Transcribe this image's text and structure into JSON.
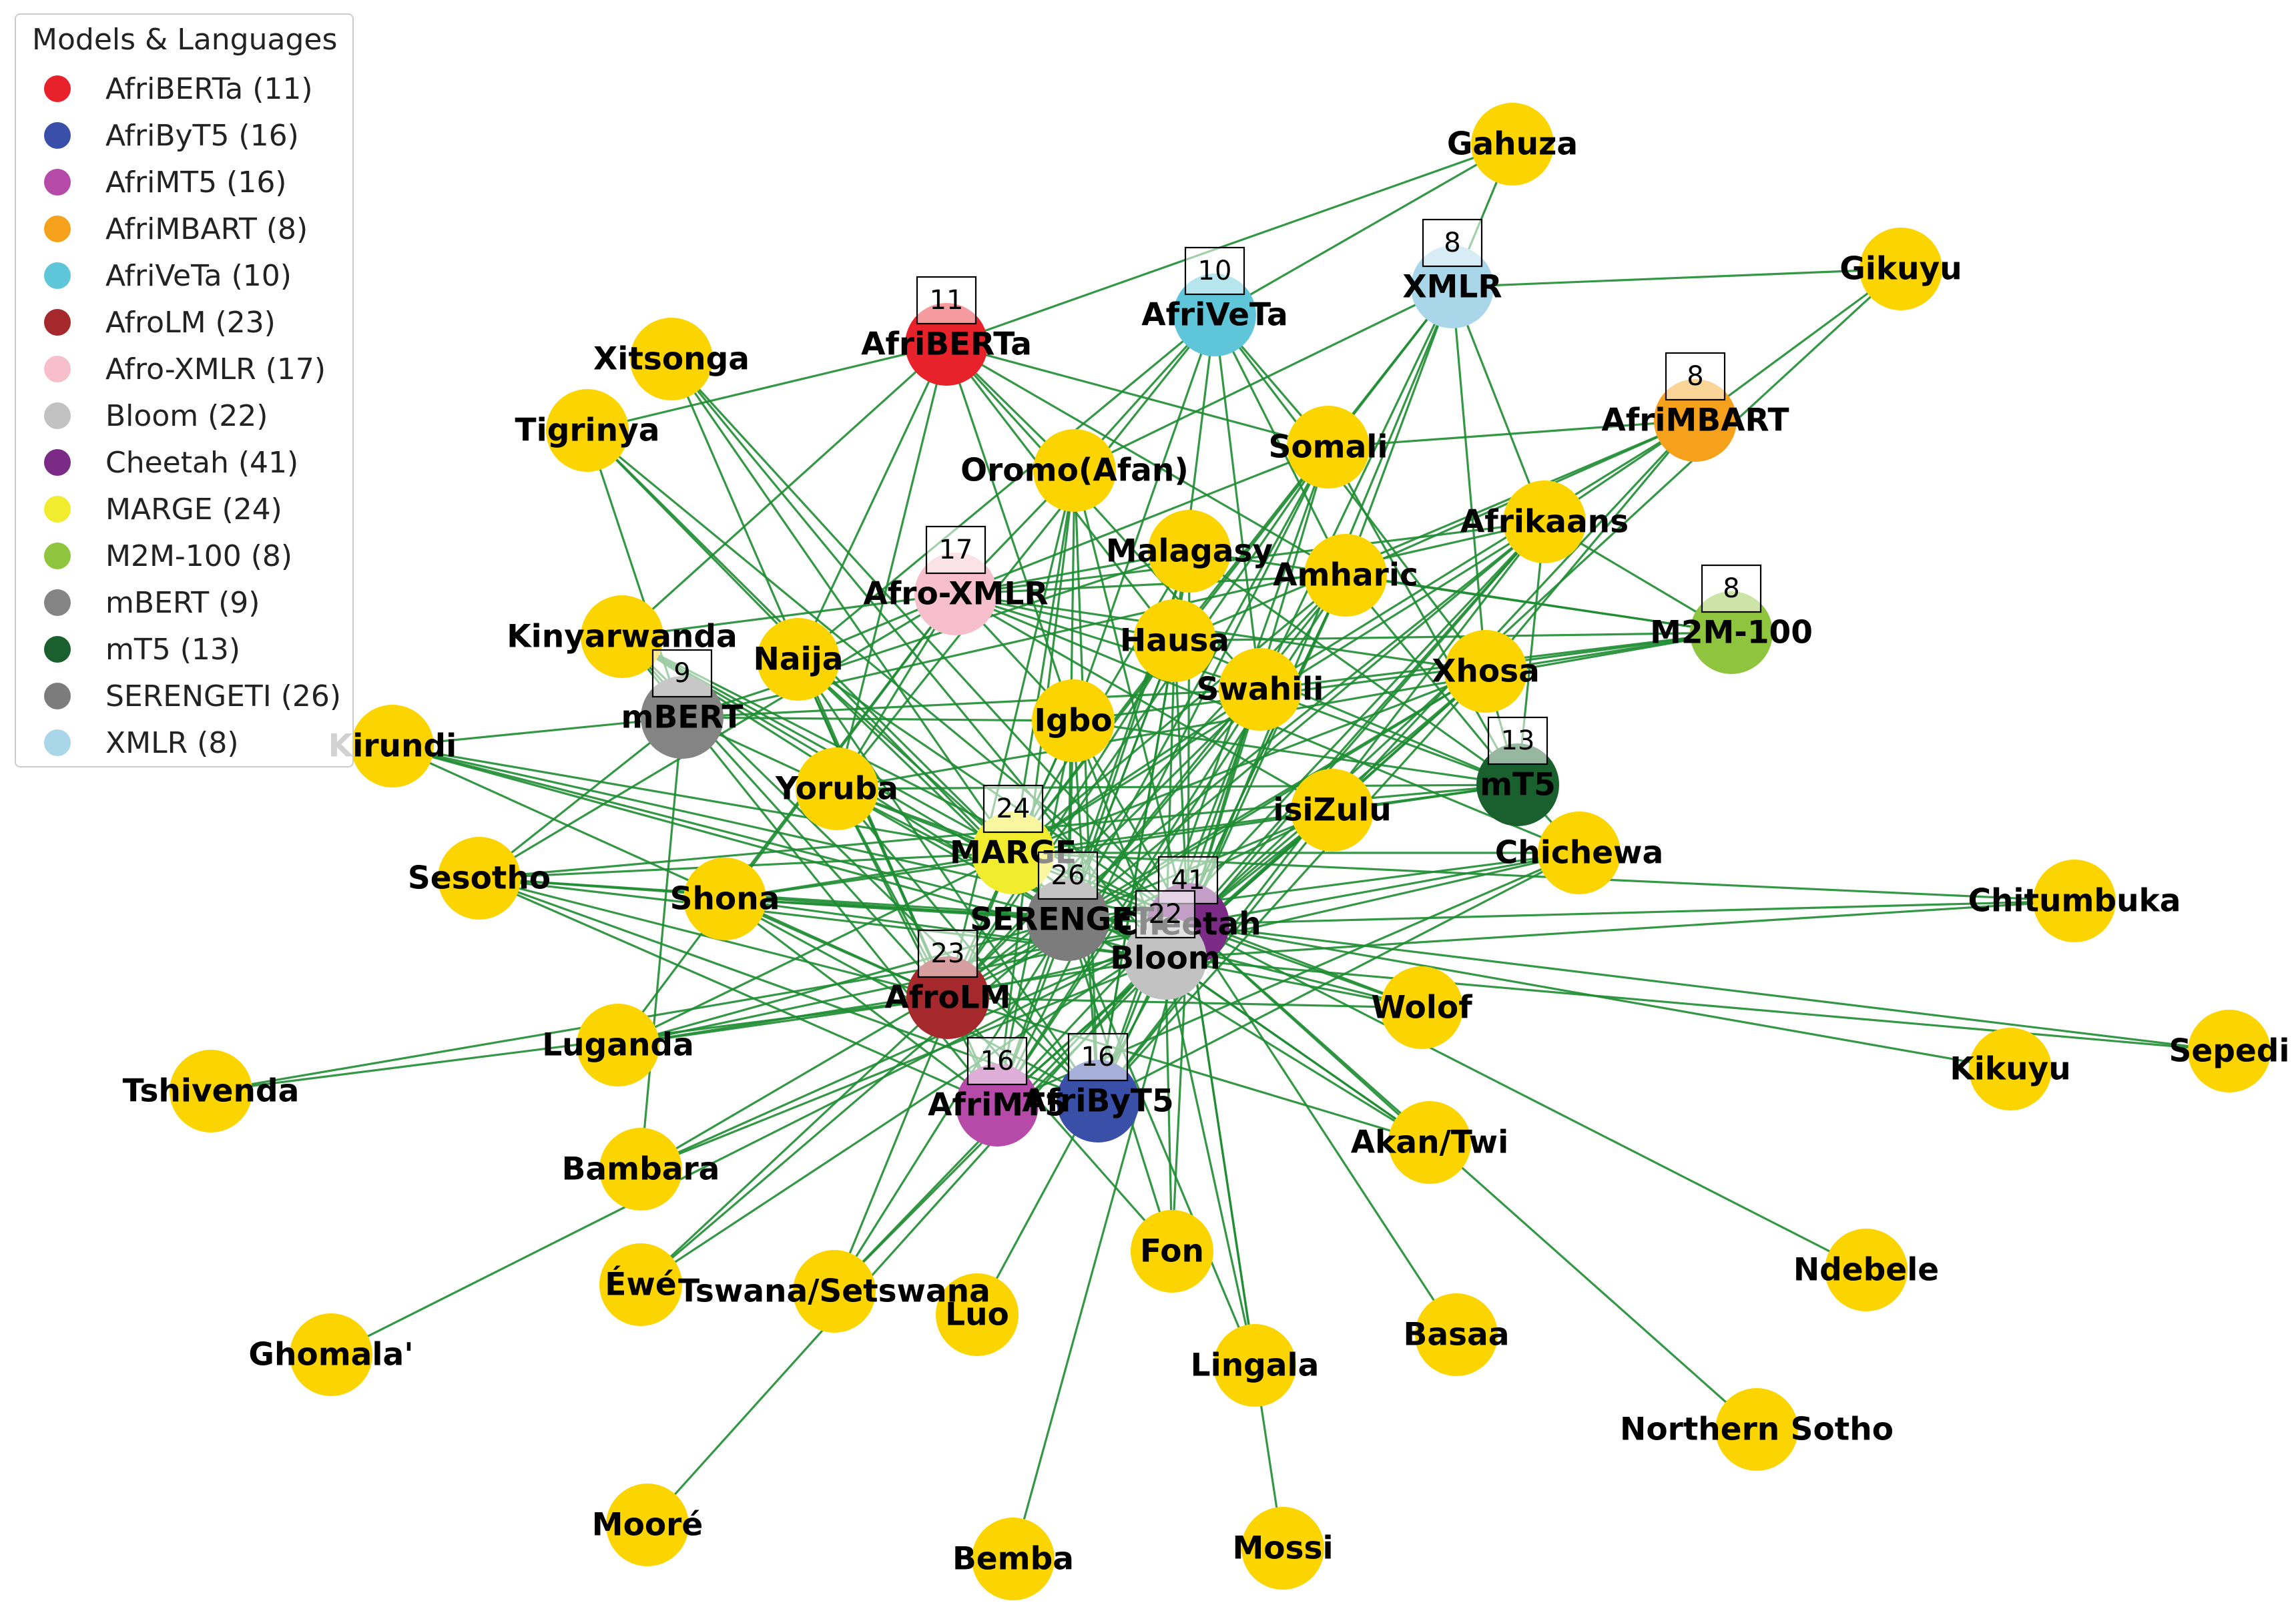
{
  "legend": {
    "title": "Models & Languages",
    "items": [
      {
        "label": "AfriBERTa (11)",
        "color": "#e8222a"
      },
      {
        "label": "AfriByT5 (16)",
        "color": "#3a4fa8"
      },
      {
        "label": "AfriMT5 (16)",
        "color": "#b54aa8"
      },
      {
        "label": "AfriMBART (8)",
        "color": "#f5a11c"
      },
      {
        "label": "AfriVeTa (10)",
        "color": "#5ec6d8"
      },
      {
        "label": "AfroLM (23)",
        "color": "#a5282c"
      },
      {
        "label": "Afro-XMLR (17)",
        "color": "#f6bfcb"
      },
      {
        "label": "Bloom (22)",
        "color": "#c2c2c2"
      },
      {
        "label": "Cheetah (41)",
        "color": "#7b2a86"
      },
      {
        "label": "MARGE (24)",
        "color": "#f1ec2e"
      },
      {
        "label": "M2M-100 (8)",
        "color": "#8fc43f"
      },
      {
        "label": "mBERT (9)",
        "color": "#848484"
      },
      {
        "label": "mT5 (13)",
        "color": "#19602e"
      },
      {
        "label": "SERENGETI (26)",
        "color": "#7c7c7c"
      },
      {
        "label": "XMLR (8)",
        "color": "#a9d6e8"
      }
    ]
  },
  "language_color": "#fcd500",
  "edge_color": "#1e8c32",
  "models": [
    {
      "id": "AfriBERTa",
      "label": "AfriBERTa",
      "count": "11",
      "color": "#e8222a"
    },
    {
      "id": "AfriVeTa",
      "label": "AfriVeTa",
      "count": "10",
      "color": "#5ec6d8"
    },
    {
      "id": "XMLR",
      "label": "XMLR",
      "count": "8",
      "color": "#a9d6e8"
    },
    {
      "id": "AfriMBART",
      "label": "AfriMBART",
      "count": "8",
      "color": "#f5a11c"
    },
    {
      "id": "Afro-XMLR",
      "label": "Afro-XMLR",
      "count": "17",
      "color": "#f6bfcb"
    },
    {
      "id": "M2M-100",
      "label": "M2M-100",
      "count": "8",
      "color": "#8fc43f"
    },
    {
      "id": "mBERT",
      "label": "mBERT",
      "count": "9",
      "color": "#848484"
    },
    {
      "id": "mT5",
      "label": "mT5",
      "count": "13",
      "color": "#19602e"
    },
    {
      "id": "MARGE",
      "label": "MARGE",
      "count": "24",
      "color": "#f1ec2e"
    },
    {
      "id": "SERENGETI",
      "label": "SERENGETI",
      "count": "26",
      "color": "#7c7c7c"
    },
    {
      "id": "Cheetah",
      "label": "Cheetah",
      "count": "41",
      "color": "#7b2a86"
    },
    {
      "id": "Bloom",
      "label": "Bloom",
      "count": "22",
      "color": "#c2c2c2"
    },
    {
      "id": "AfroLM",
      "label": "AfroLM",
      "count": "23",
      "color": "#a5282c"
    },
    {
      "id": "AfriMT5",
      "label": "AfriMT5",
      "count": "16",
      "color": "#b54aa8"
    },
    {
      "id": "AfriByT5",
      "label": "AfriByT5",
      "count": "16",
      "color": "#3a4fa8"
    }
  ],
  "languages": [
    {
      "id": "Gahuza",
      "label": "Gahuza"
    },
    {
      "id": "Gikuyu",
      "label": "Gikuyu"
    },
    {
      "id": "Xitsonga",
      "label": "Xitsonga"
    },
    {
      "id": "Tigrinya",
      "label": "Tigrinya"
    },
    {
      "id": "Oromo",
      "label": "Oromo(Afan)"
    },
    {
      "id": "Somali",
      "label": "Somali"
    },
    {
      "id": "Afrikaans",
      "label": "Afrikaans"
    },
    {
      "id": "Malagasy",
      "label": "Malagasy"
    },
    {
      "id": "Amharic",
      "label": "Amharic"
    },
    {
      "id": "Kinyarwanda",
      "label": "Kinyarwanda"
    },
    {
      "id": "Naija",
      "label": "Naija"
    },
    {
      "id": "Hausa",
      "label": "Hausa"
    },
    {
      "id": "Xhosa",
      "label": "Xhosa"
    },
    {
      "id": "Swahili",
      "label": "Swahili"
    },
    {
      "id": "Igbo",
      "label": "Igbo"
    },
    {
      "id": "Kirundi",
      "label": "Kirundi"
    },
    {
      "id": "Yoruba",
      "label": "Yoruba"
    },
    {
      "id": "isiZulu",
      "label": "isiZulu"
    },
    {
      "id": "Chichewa",
      "label": "Chichewa"
    },
    {
      "id": "Sesotho",
      "label": "Sesotho"
    },
    {
      "id": "Shona",
      "label": "Shona"
    },
    {
      "id": "Chitumbuka",
      "label": "Chitumbuka"
    },
    {
      "id": "Wolof",
      "label": "Wolof"
    },
    {
      "id": "Luganda",
      "label": "Luganda"
    },
    {
      "id": "Sepedi",
      "label": "Sepedi"
    },
    {
      "id": "Kikuyu",
      "label": "Kikuyu"
    },
    {
      "id": "Tshivenda",
      "label": "Tshivenda"
    },
    {
      "id": "Akan",
      "label": "Akan/Twi"
    },
    {
      "id": "Bambara",
      "label": "Bambara"
    },
    {
      "id": "Fon",
      "label": "Fon"
    },
    {
      "id": "Ndebele",
      "label": "Ndebele"
    },
    {
      "id": "Ewe",
      "label": "Éwé"
    },
    {
      "id": "Tswana",
      "label": "Tswana/Setswana"
    },
    {
      "id": "Luo",
      "label": "Luo"
    },
    {
      "id": "Basaa",
      "label": "Basaa"
    },
    {
      "id": "Lingala",
      "label": "Lingala"
    },
    {
      "id": "Ghomala",
      "label": "Ghomala'"
    },
    {
      "id": "NorthernSotho",
      "label": "Northern Sotho"
    },
    {
      "id": "Moore",
      "label": "Mooré"
    },
    {
      "id": "Bemba",
      "label": "Bemba"
    },
    {
      "id": "Mossi",
      "label": "Mossi"
    }
  ],
  "edges": [
    [
      "AfriBERTa",
      "Gahuza"
    ],
    [
      "AfriBERTa",
      "Oromo"
    ],
    [
      "AfriBERTa",
      "Amharic"
    ],
    [
      "AfriBERTa",
      "Hausa"
    ],
    [
      "AfriBERTa",
      "Igbo"
    ],
    [
      "AfriBERTa",
      "Kinyarwanda"
    ],
    [
      "AfriBERTa",
      "Naija"
    ],
    [
      "AfriBERTa",
      "Somali"
    ],
    [
      "AfriBERTa",
      "Swahili"
    ],
    [
      "AfriBERTa",
      "Tigrinya"
    ],
    [
      "AfriBERTa",
      "Yoruba"
    ],
    [
      "AfriVeTa",
      "Gahuza"
    ],
    [
      "AfriVeTa",
      "Oromo"
    ],
    [
      "AfriVeTa",
      "Somali"
    ],
    [
      "AfriVeTa",
      "Amharic"
    ],
    [
      "AfriVeTa",
      "Hausa"
    ],
    [
      "AfriVeTa",
      "Igbo"
    ],
    [
      "AfriVeTa",
      "Swahili"
    ],
    [
      "AfriVeTa",
      "Naija"
    ],
    [
      "AfriVeTa",
      "Yoruba"
    ],
    [
      "AfriVeTa",
      "Xhosa"
    ],
    [
      "XMLR",
      "Afrikaans"
    ],
    [
      "XMLR",
      "Amharic"
    ],
    [
      "XMLR",
      "Hausa"
    ],
    [
      "XMLR",
      "Oromo"
    ],
    [
      "XMLR",
      "Somali"
    ],
    [
      "XMLR",
      "Swahili"
    ],
    [
      "XMLR",
      "Xhosa"
    ],
    [
      "XMLR",
      "Gikuyu"
    ],
    [
      "AfriMBART",
      "Afrikaans"
    ],
    [
      "AfriMBART",
      "Amharic"
    ],
    [
      "AfriMBART",
      "Hausa"
    ],
    [
      "AfriMBART",
      "Somali"
    ],
    [
      "AfriMBART",
      "Swahili"
    ],
    [
      "AfriMBART",
      "Xhosa"
    ],
    [
      "AfriMBART",
      "Gikuyu"
    ],
    [
      "AfriMBART",
      "isiZulu"
    ],
    [
      "Afro-XMLR",
      "Afrikaans"
    ],
    [
      "Afro-XMLR",
      "Amharic"
    ],
    [
      "Afro-XMLR",
      "Hausa"
    ],
    [
      "Afro-XMLR",
      "Igbo"
    ],
    [
      "Afro-XMLR",
      "Malagasy"
    ],
    [
      "Afro-XMLR",
      "Oromo"
    ],
    [
      "Afro-XMLR",
      "Naija"
    ],
    [
      "Afro-XMLR",
      "Kinyarwanda"
    ],
    [
      "Afro-XMLR",
      "Somali"
    ],
    [
      "Afro-XMLR",
      "Sesotho"
    ],
    [
      "Afro-XMLR",
      "Swahili"
    ],
    [
      "Afro-XMLR",
      "Xhosa"
    ],
    [
      "Afro-XMLR",
      "Yoruba"
    ],
    [
      "Afro-XMLR",
      "isiZulu"
    ],
    [
      "Afro-XMLR",
      "Chichewa"
    ],
    [
      "Afro-XMLR",
      "Shona"
    ],
    [
      "Afro-XMLR",
      "Luganda"
    ],
    [
      "M2M-100",
      "Afrikaans"
    ],
    [
      "M2M-100",
      "Amharic"
    ],
    [
      "M2M-100",
      "Hausa"
    ],
    [
      "M2M-100",
      "Igbo"
    ],
    [
      "M2M-100",
      "Swahili"
    ],
    [
      "M2M-100",
      "Xhosa"
    ],
    [
      "M2M-100",
      "Yoruba"
    ],
    [
      "M2M-100",
      "Malagasy"
    ],
    [
      "mBERT",
      "Afrikaans"
    ],
    [
      "mBERT",
      "Swahili"
    ],
    [
      "mBERT",
      "Yoruba"
    ],
    [
      "mBERT",
      "Malagasy"
    ],
    [
      "mBERT",
      "Kirundi"
    ],
    [
      "mBERT",
      "Igbo"
    ],
    [
      "mBERT",
      "Sesotho"
    ],
    [
      "mBERT",
      "Tigrinya"
    ],
    [
      "mBERT",
      "Bambara"
    ],
    [
      "mT5",
      "Afrikaans"
    ],
    [
      "mT5",
      "Amharic"
    ],
    [
      "mT5",
      "Hausa"
    ],
    [
      "mT5",
      "Igbo"
    ],
    [
      "mT5",
      "Malagasy"
    ],
    [
      "mT5",
      "Chichewa"
    ],
    [
      "mT5",
      "Shona"
    ],
    [
      "mT5",
      "Somali"
    ],
    [
      "mT5",
      "Sesotho"
    ],
    [
      "mT5",
      "Swahili"
    ],
    [
      "mT5",
      "Xhosa"
    ],
    [
      "mT5",
      "Yoruba"
    ],
    [
      "mT5",
      "isiZulu"
    ],
    [
      "MARGE",
      "Afrikaans"
    ],
    [
      "MARGE",
      "Amharic"
    ],
    [
      "MARGE",
      "Hausa"
    ],
    [
      "MARGE",
      "Igbo"
    ],
    [
      "MARGE",
      "Kinyarwanda"
    ],
    [
      "MARGE",
      "Naija"
    ],
    [
      "MARGE",
      "Somali"
    ],
    [
      "MARGE",
      "Swahili"
    ],
    [
      "MARGE",
      "Yoruba"
    ],
    [
      "MARGE",
      "Xitsonga"
    ],
    [
      "MARGE",
      "Tigrinya"
    ],
    [
      "MARGE",
      "Kirundi"
    ],
    [
      "MARGE",
      "Sesotho"
    ],
    [
      "MARGE",
      "Shona"
    ],
    [
      "MARGE",
      "Luganda"
    ],
    [
      "MARGE",
      "Wolof"
    ],
    [
      "MARGE",
      "Chitumbuka"
    ],
    [
      "MARGE",
      "Akan"
    ],
    [
      "MARGE",
      "Xhosa"
    ],
    [
      "MARGE",
      "isiZulu"
    ],
    [
      "MARGE",
      "Chichewa"
    ],
    [
      "MARGE",
      "Oromo"
    ],
    [
      "MARGE",
      "Malagasy"
    ],
    [
      "MARGE",
      "Tswana"
    ],
    [
      "SERENGETI",
      "Afrikaans"
    ],
    [
      "SERENGETI",
      "Amharic"
    ],
    [
      "SERENGETI",
      "Hausa"
    ],
    [
      "SERENGETI",
      "Igbo"
    ],
    [
      "SERENGETI",
      "Kinyarwanda"
    ],
    [
      "SERENGETI",
      "Naija"
    ],
    [
      "SERENGETI",
      "Somali"
    ],
    [
      "SERENGETI",
      "Swahili"
    ],
    [
      "SERENGETI",
      "Yoruba"
    ],
    [
      "SERENGETI",
      "Tigrinya"
    ],
    [
      "SERENGETI",
      "Kirundi"
    ],
    [
      "SERENGETI",
      "Sesotho"
    ],
    [
      "SERENGETI",
      "Shona"
    ],
    [
      "SERENGETI",
      "Luganda"
    ],
    [
      "SERENGETI",
      "Wolof"
    ],
    [
      "SERENGETI",
      "Akan"
    ],
    [
      "SERENGETI",
      "Xhosa"
    ],
    [
      "SERENGETI",
      "isiZulu"
    ],
    [
      "SERENGETI",
      "Chichewa"
    ],
    [
      "SERENGETI",
      "Oromo"
    ],
    [
      "SERENGETI",
      "Malagasy"
    ],
    [
      "SERENGETI",
      "Bambara"
    ],
    [
      "SERENGETI",
      "Ewe"
    ],
    [
      "SERENGETI",
      "Fon"
    ],
    [
      "SERENGETI",
      "Lingala"
    ],
    [
      "SERENGETI",
      "Tswana"
    ],
    [
      "Cheetah",
      "Afrikaans"
    ],
    [
      "Cheetah",
      "Amharic"
    ],
    [
      "Cheetah",
      "Hausa"
    ],
    [
      "Cheetah",
      "Igbo"
    ],
    [
      "Cheetah",
      "Kinyarwanda"
    ],
    [
      "Cheetah",
      "Naija"
    ],
    [
      "Cheetah",
      "Somali"
    ],
    [
      "Cheetah",
      "Swahili"
    ],
    [
      "Cheetah",
      "Yoruba"
    ],
    [
      "Cheetah",
      "Xitsonga"
    ],
    [
      "Cheetah",
      "Tigrinya"
    ],
    [
      "Cheetah",
      "Kirundi"
    ],
    [
      "Cheetah",
      "Sesotho"
    ],
    [
      "Cheetah",
      "Shona"
    ],
    [
      "Cheetah",
      "Luganda"
    ],
    [
      "Cheetah",
      "Wolof"
    ],
    [
      "Cheetah",
      "Chitumbuka"
    ],
    [
      "Cheetah",
      "Akan"
    ],
    [
      "Cheetah",
      "Xhosa"
    ],
    [
      "Cheetah",
      "isiZulu"
    ],
    [
      "Cheetah",
      "Chichewa"
    ],
    [
      "Cheetah",
      "Oromo"
    ],
    [
      "Cheetah",
      "Malagasy"
    ],
    [
      "Cheetah",
      "Bambara"
    ],
    [
      "Cheetah",
      "Ewe"
    ],
    [
      "Cheetah",
      "Fon"
    ],
    [
      "Cheetah",
      "Lingala"
    ],
    [
      "Cheetah",
      "Tswana"
    ],
    [
      "Cheetah",
      "Luo"
    ],
    [
      "Cheetah",
      "Basaa"
    ],
    [
      "Cheetah",
      "Ghomala"
    ],
    [
      "Cheetah",
      "NorthernSotho"
    ],
    [
      "Cheetah",
      "Moore"
    ],
    [
      "Cheetah",
      "Bemba"
    ],
    [
      "Cheetah",
      "Mossi"
    ],
    [
      "Cheetah",
      "Sepedi"
    ],
    [
      "Cheetah",
      "Kikuyu"
    ],
    [
      "Cheetah",
      "Tshivenda"
    ],
    [
      "Cheetah",
      "Ndebele"
    ],
    [
      "Cheetah",
      "Gahuza"
    ],
    [
      "Cheetah",
      "Gikuyu"
    ],
    [
      "Bloom",
      "Afrikaans"
    ],
    [
      "Bloom",
      "Amharic"
    ],
    [
      "Bloom",
      "Hausa"
    ],
    [
      "Bloom",
      "Igbo"
    ],
    [
      "Bloom",
      "Kinyarwanda"
    ],
    [
      "Bloom",
      "Swahili"
    ],
    [
      "Bloom",
      "Yoruba"
    ],
    [
      "Bloom",
      "Xitsonga"
    ],
    [
      "Bloom",
      "Kirundi"
    ],
    [
      "Bloom",
      "Sesotho"
    ],
    [
      "Bloom",
      "Shona"
    ],
    [
      "Bloom",
      "Luganda"
    ],
    [
      "Bloom",
      "Wolof"
    ],
    [
      "Bloom",
      "Chitumbuka"
    ],
    [
      "Bloom",
      "Akan"
    ],
    [
      "Bloom",
      "Xhosa"
    ],
    [
      "Bloom",
      "isiZulu"
    ],
    [
      "Bloom",
      "Bambara"
    ],
    [
      "Bloom",
      "Fon"
    ],
    [
      "Bloom",
      "Lingala"
    ],
    [
      "Bloom",
      "Tswana"
    ],
    [
      "Bloom",
      "Sepedi"
    ],
    [
      "AfroLM",
      "Afrikaans"
    ],
    [
      "AfroLM",
      "Amharic"
    ],
    [
      "AfroLM",
      "Hausa"
    ],
    [
      "AfroLM",
      "Igbo"
    ],
    [
      "AfroLM",
      "Kinyarwanda"
    ],
    [
      "AfroLM",
      "Naija"
    ],
    [
      "AfroLM",
      "Somali"
    ],
    [
      "AfroLM",
      "Swahili"
    ],
    [
      "AfroLM",
      "Yoruba"
    ],
    [
      "AfroLM",
      "Xitsonga"
    ],
    [
      "AfroLM",
      "Kirundi"
    ],
    [
      "AfroLM",
      "Sesotho"
    ],
    [
      "AfroLM",
      "Shona"
    ],
    [
      "AfroLM",
      "Luganda"
    ],
    [
      "AfroLM",
      "Wolof"
    ],
    [
      "AfroLM",
      "Akan"
    ],
    [
      "AfroLM",
      "Xhosa"
    ],
    [
      "AfroLM",
      "isiZulu"
    ],
    [
      "AfroLM",
      "Chichewa"
    ],
    [
      "AfroLM",
      "Oromo"
    ],
    [
      "AfroLM",
      "Ewe"
    ],
    [
      "AfroLM",
      "Fon"
    ],
    [
      "AfroLM",
      "Tshivenda"
    ],
    [
      "AfriMT5",
      "Afrikaans"
    ],
    [
      "AfriMT5",
      "Amharic"
    ],
    [
      "AfriMT5",
      "Hausa"
    ],
    [
      "AfriMT5",
      "Igbo"
    ],
    [
      "AfriMT5",
      "Kinyarwanda"
    ],
    [
      "AfriMT5",
      "Naija"
    ],
    [
      "AfriMT5",
      "Somali"
    ],
    [
      "AfriMT5",
      "Swahili"
    ],
    [
      "AfriMT5",
      "Yoruba"
    ],
    [
      "AfriMT5",
      "Shona"
    ],
    [
      "AfriMT5",
      "Xhosa"
    ],
    [
      "AfriMT5",
      "isiZulu"
    ],
    [
      "AfriMT5",
      "Chichewa"
    ],
    [
      "AfriMT5",
      "Oromo"
    ],
    [
      "AfriMT5",
      "Malagasy"
    ],
    [
      "AfriMT5",
      "Sesotho"
    ],
    [
      "AfriByT5",
      "Afrikaans"
    ],
    [
      "AfriByT5",
      "Amharic"
    ],
    [
      "AfriByT5",
      "Hausa"
    ],
    [
      "AfriByT5",
      "Igbo"
    ],
    [
      "AfriByT5",
      "Kinyarwanda"
    ],
    [
      "AfriByT5",
      "Naija"
    ],
    [
      "AfriByT5",
      "Somali"
    ],
    [
      "AfriByT5",
      "Swahili"
    ],
    [
      "AfriByT5",
      "Yoruba"
    ],
    [
      "AfriByT5",
      "Shona"
    ],
    [
      "AfriByT5",
      "Xhosa"
    ],
    [
      "AfriByT5",
      "isiZulu"
    ],
    [
      "AfriByT5",
      "Chichewa"
    ],
    [
      "AfriByT5",
      "Oromo"
    ],
    [
      "AfriByT5",
      "Malagasy"
    ],
    [
      "AfriByT5",
      "Sesotho"
    ]
  ]
}
